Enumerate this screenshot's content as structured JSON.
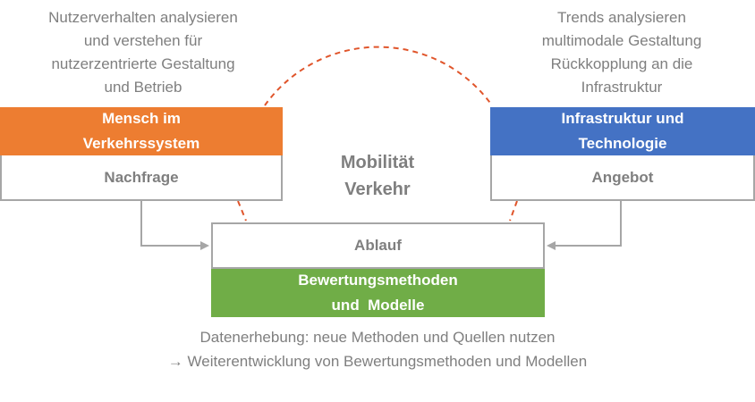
{
  "top_left_caption": [
    "Nutzerverhalten analysieren",
    "und verstehen für",
    "nutzerzentrierte Gestaltung",
    "und Betrieb"
  ],
  "top_right_caption": [
    "Trends analysieren",
    "multimodale Gestaltung",
    "Rückkopplung an die",
    "Infrastruktur"
  ],
  "left_block": {
    "header": [
      "Mensch im",
      "Verkehrssystem"
    ],
    "sub": "Nachfrage",
    "header_color": "#ed7d31"
  },
  "right_block": {
    "header": [
      "Infrastruktur und",
      "Technologie"
    ],
    "sub": "Angebot",
    "header_color": "#4472c4"
  },
  "center_title": [
    "Mobilität",
    "Verkehr"
  ],
  "bottom_block": {
    "sub": "Ablauf",
    "header": [
      "Bewertungsmethoden",
      "und  Modelle"
    ],
    "header_color": "#70ad47"
  },
  "bottom_caption": [
    "Datenerhebung: neue Methoden und Quellen nutzen",
    "→ Weiterentwicklung von Bewertungsmethoden und Modellen"
  ],
  "colors": {
    "dashed_arc": "#e0552b",
    "arrows": "#a6a6a6",
    "text_gray": "#7f7f7f"
  }
}
